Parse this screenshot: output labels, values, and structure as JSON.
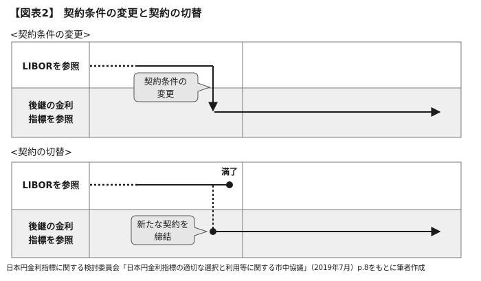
{
  "figure_title": "【図表2】 契約条件の変更と契約の切替",
  "sections": [
    {
      "title": "<契約条件の変更>",
      "row_top_label": "LIBORを参照",
      "row_bottom_label": [
        "後継の金利",
        "指標を参照"
      ],
      "callout": [
        "契約条件の",
        "変更"
      ]
    },
    {
      "title": "<契約の切替>",
      "row_top_label": "LIBORを参照",
      "row_bottom_label": [
        "後継の金利",
        "指標を参照"
      ],
      "callout": [
        "新たな契約を",
        "締結"
      ],
      "end_note": "満了"
    }
  ],
  "caption": "日本円金利指標に関する検討委員会「日本円金利指標の適切な選択と利用等に関する市中協議」（2019年7月）p.8をもとに筆者作成",
  "colors": {
    "row_shade": "#efefef",
    "border": "#7a7a7a",
    "callout_fill": "#e6e6e6",
    "line": "#1a1a1a"
  }
}
